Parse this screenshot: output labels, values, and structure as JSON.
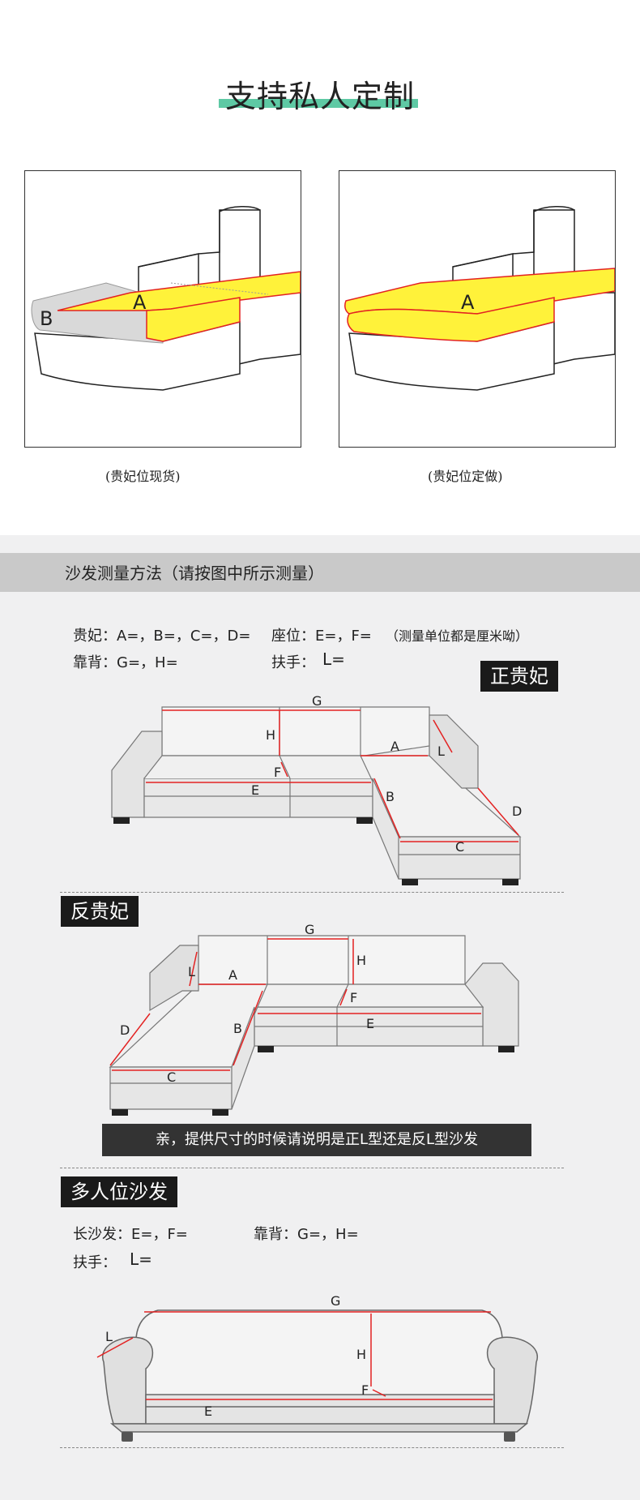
{
  "header": {
    "title": "支持私人定制"
  },
  "panels": [
    {
      "label_a": "A",
      "label_b": "B",
      "caption": "(贵妃位现货)"
    },
    {
      "label_a": "A",
      "caption": "(贵妃位定做)"
    }
  ],
  "measure": {
    "band_title": "沙发测量方法（请按图中所示测量）",
    "line1_left": "贵妃：A=，B=，C=，D=",
    "line1_mid": "座位：E=，F=",
    "line1_note": "（测量单位都是厘米呦）",
    "line2_left": "靠背：G=，H=",
    "line2_mid": "扶手：",
    "line2_mid_l": "L="
  },
  "sofa1": {
    "tag": "正贵妃",
    "labels": {
      "G": "G",
      "H": "H",
      "F": "F",
      "E": "E",
      "A": "A",
      "L": "L",
      "B": "B",
      "D": "D",
      "C": "C"
    }
  },
  "sofa2": {
    "tag": "反贵妃",
    "labels": {
      "G": "G",
      "H": "H",
      "F": "F",
      "E": "E",
      "A": "A",
      "L": "L",
      "B": "B",
      "D": "D",
      "C": "C"
    }
  },
  "note": "亲，提供尺寸的时候请说明是正L型还是反L型沙发",
  "sofa3": {
    "tag": "多人位沙发",
    "line1_left": "长沙发：E=，F=",
    "line1_right": "靠背：G=，H=",
    "line2_left": "扶手：",
    "line2_l": "L=",
    "labels": {
      "G": "G",
      "H": "H",
      "L": "L",
      "F": "F",
      "E": "E"
    }
  },
  "colors": {
    "accent": "#5ec9a4",
    "cushion": "#fff23a",
    "measure_line": "#e32222",
    "band": "#c9c9c9"
  }
}
